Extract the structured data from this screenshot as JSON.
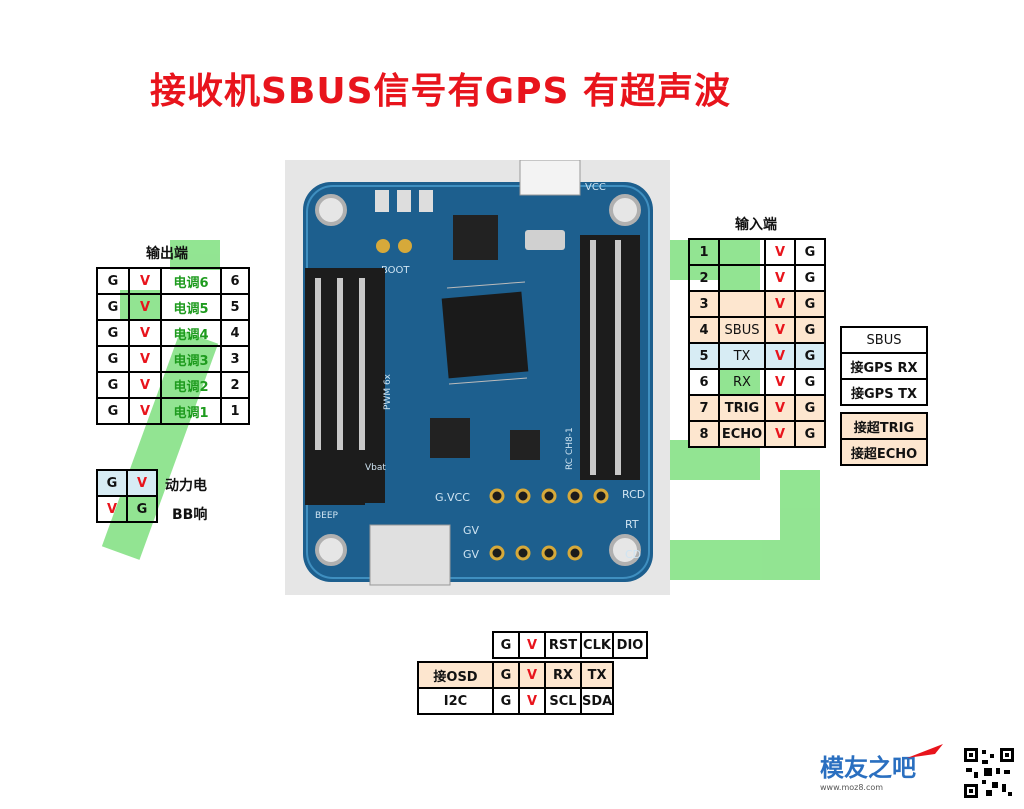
{
  "title": "接收机SBUS信号有GPS 有超声波",
  "output_section": {
    "label": "输出端",
    "rows": [
      {
        "g": "G",
        "v": "V",
        "name": "电调6",
        "num": "6"
      },
      {
        "g": "G",
        "v": "V",
        "name": "电调5",
        "num": "5"
      },
      {
        "g": "G",
        "v": "V",
        "name": "电调4",
        "num": "4"
      },
      {
        "g": "G",
        "v": "V",
        "name": "电调3",
        "num": "3"
      },
      {
        "g": "G",
        "v": "V",
        "name": "电调2",
        "num": "2"
      },
      {
        "g": "G",
        "v": "V",
        "name": "电调1",
        "num": "1"
      }
    ]
  },
  "power_section": {
    "rows": [
      {
        "a": "G",
        "b": "V",
        "label": "动力电"
      },
      {
        "a": "V",
        "b": "G",
        "label": "BB响"
      }
    ]
  },
  "input_section": {
    "label": "输入端",
    "rows": [
      {
        "num": "1",
        "sig": "",
        "v": "V",
        "g": "G"
      },
      {
        "num": "2",
        "sig": "",
        "v": "V",
        "g": "G"
      },
      {
        "num": "3",
        "sig": "",
        "v": "V",
        "g": "G"
      },
      {
        "num": "4",
        "sig": "SBUS",
        "v": "V",
        "g": "G"
      },
      {
        "num": "5",
        "sig": "TX",
        "v": "V",
        "g": "G"
      },
      {
        "num": "6",
        "sig": "RX",
        "v": "V",
        "g": "G"
      },
      {
        "num": "7",
        "sig": "TRIG",
        "v": "V",
        "g": "G"
      },
      {
        "num": "8",
        "sig": "ECHO",
        "v": "V",
        "g": "G"
      }
    ],
    "side_labels": [
      "SBUS",
      "接GPS RX",
      "接GPS TX",
      "接超TRIG",
      "接超ECHO"
    ]
  },
  "bottom_section": {
    "header": [
      "G",
      "V",
      "RST",
      "CLK",
      "DIO"
    ],
    "rows": [
      {
        "label": "接OSD",
        "cells": [
          "G",
          "V",
          "RX",
          "TX"
        ]
      },
      {
        "label": "I2C",
        "cells": [
          "G",
          "V",
          "SCL",
          "SDA"
        ]
      }
    ]
  },
  "board_labels": {
    "boot": "BOOT",
    "vcc": "VCC",
    "gvcc": "G.VCC",
    "rcd": "RCD",
    "rt": "RT",
    "cd": "CD",
    "gv1": "GV",
    "gv2": "GV",
    "beep": "BEEP",
    "vbat": "Vbat",
    "pwm": "PWM 6x",
    "rc": "RC CH8-1"
  },
  "logo": {
    "text": "模友之吧",
    "url": "www.moz8.com"
  },
  "colors": {
    "title": "#e8141c",
    "red": "#e8141c",
    "green": "#1e9b1e",
    "board": "#1d5f8e",
    "watermark": "#7fe07f"
  }
}
